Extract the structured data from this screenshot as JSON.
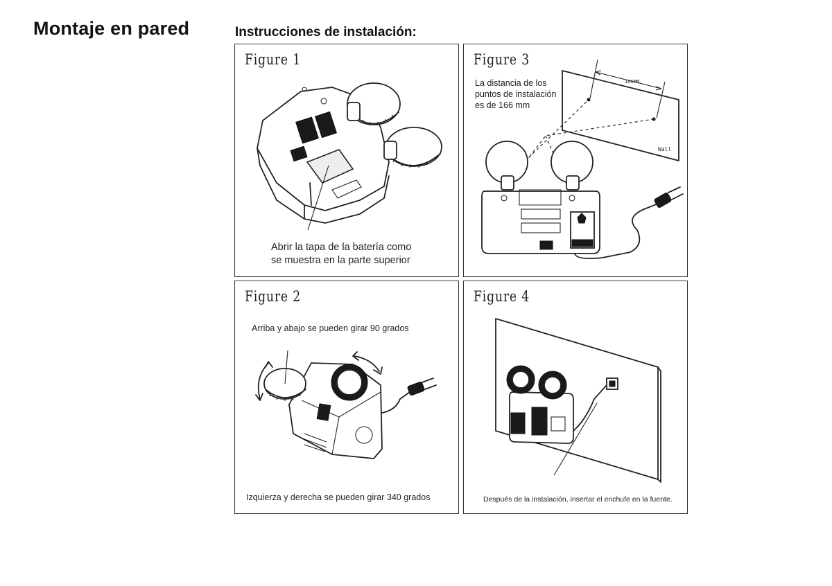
{
  "page": {
    "title": "Montaje en pared",
    "section_title": "Instrucciones de instalación:"
  },
  "figures": [
    {
      "label": "Figure 1",
      "caption_lines": [
        "Abrir la tapa de la batería como",
        "se muestra en la parte superior"
      ]
    },
    {
      "label": "Figure 2",
      "caption_top": "Arriba y abajo se pueden girar 90 grados",
      "caption_bottom": "Izquierza y derecha se pueden girar 340 grados"
    },
    {
      "label": "Figure 3",
      "caption_lines": [
        "La distancia de los",
        "puntos de instalación",
        "es de 166 mm"
      ],
      "dimension_label": "166MM",
      "wall_label": "Wall"
    },
    {
      "label": "Figure 4",
      "caption": "Después de la instalación, insertar el enchufe en la fuente."
    }
  ]
}
